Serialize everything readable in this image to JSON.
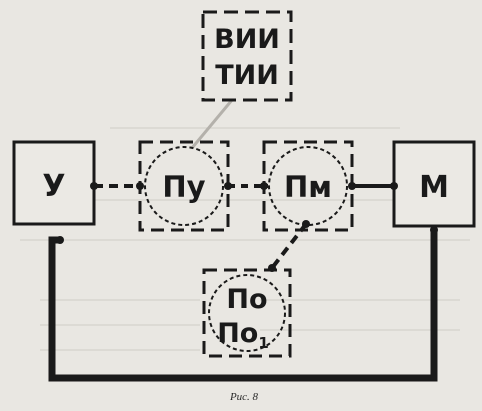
{
  "nodes": {
    "top": {
      "line1": "ВИИ",
      "line2": "ТИИ"
    },
    "u": "У",
    "pu": "Пу",
    "pm": "Пм",
    "m": "М",
    "po": {
      "line1": "По",
      "line2": "По",
      "subscript": "1"
    }
  },
  "caption": "Рис. 8",
  "colors": {
    "ink": "#1a1a1a",
    "paper": "#e9e7e2",
    "ghost_text": "#9d9b96"
  }
}
